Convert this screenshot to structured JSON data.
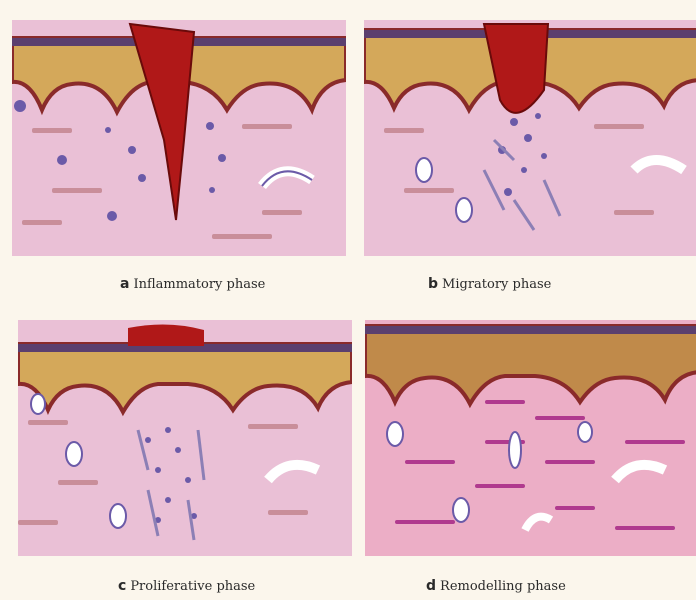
{
  "panels": [
    {
      "letter": "a",
      "label": "Inflammatory phase"
    },
    {
      "letter": "b",
      "label": "Migratory phase"
    },
    {
      "letter": "c",
      "label": "Proliferative phase"
    },
    {
      "letter": "d",
      "label": "Remodelling phase"
    }
  ],
  "colors": {
    "dermis": "#eac0d6",
    "dermis_remodel": "#ecaec6",
    "epidermis": "#d4a85a",
    "basement": "#8a2a2a",
    "clot": "#b01818",
    "collagen": "#c98e9a",
    "collagen_new": "#b03a8e",
    "cell": "#6b5aa8"
  }
}
